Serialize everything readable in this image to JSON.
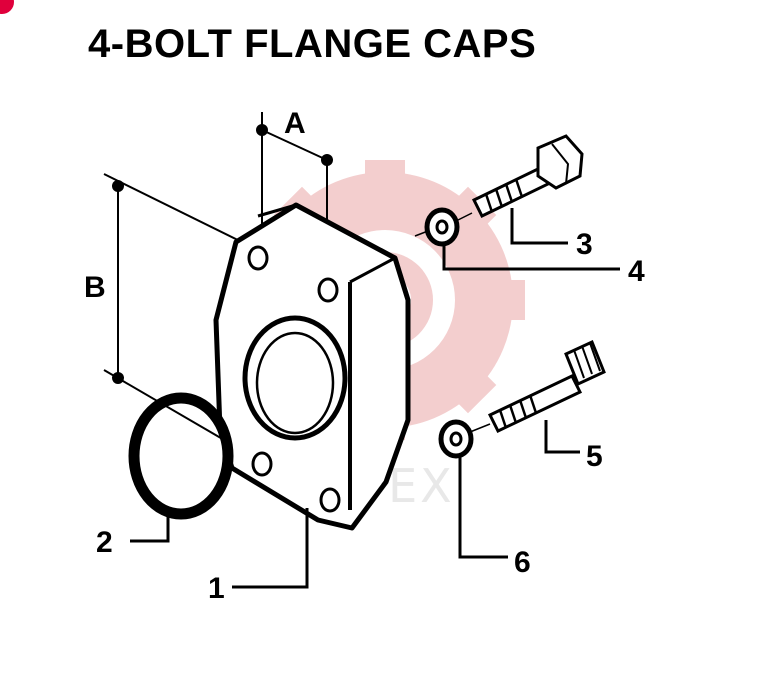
{
  "title": "4-BOLT FLANGE CAPS",
  "dimensions": {
    "a": "A",
    "b": "B"
  },
  "callouts": {
    "c1": "1",
    "c2": "2",
    "c3": "3",
    "c4": "4",
    "c5": "5",
    "c6": "6"
  },
  "watermark": {
    "text": "ИНТЕХ"
  },
  "colors": {
    "ink": "#000000",
    "watermark": "#f2c9c9",
    "badge": "#e0003c"
  }
}
